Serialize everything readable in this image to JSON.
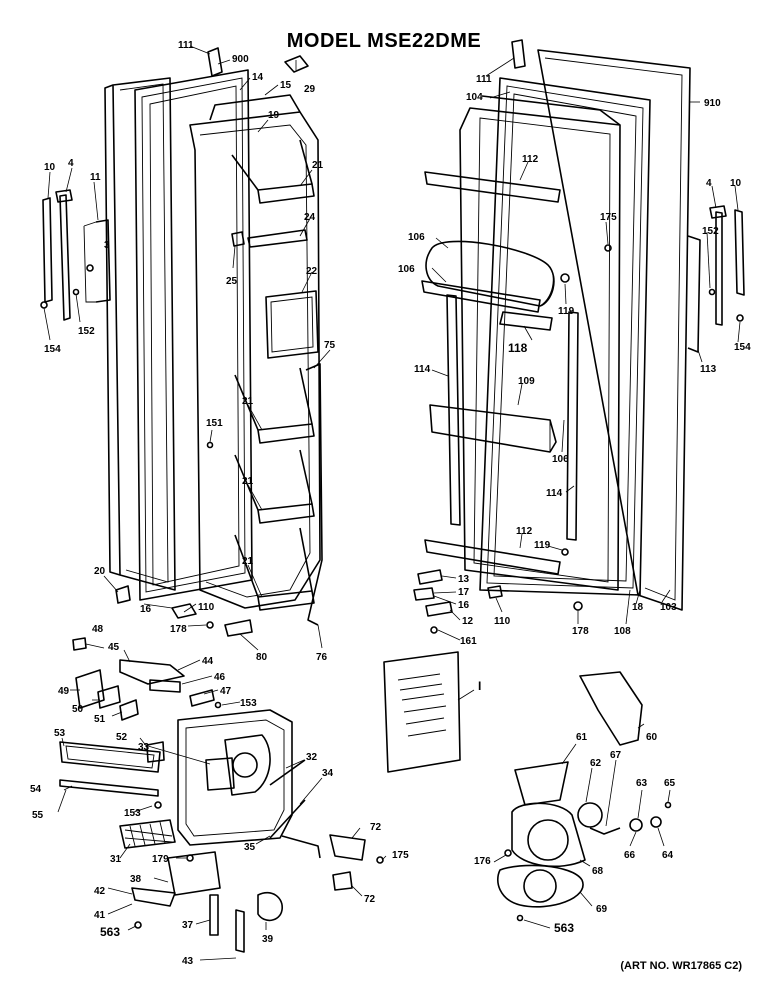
{
  "title": "MODEL MSE22DME",
  "art_number": "(ART NO. WR17865 C2)",
  "callouts": [
    {
      "id": "c111a",
      "text": "111"
    },
    {
      "id": "c900",
      "text": "900"
    },
    {
      "id": "c14",
      "text": "14"
    },
    {
      "id": "c29",
      "text": "29"
    },
    {
      "id": "c15",
      "text": "15"
    },
    {
      "id": "c19",
      "text": "19"
    },
    {
      "id": "c10a",
      "text": "10"
    },
    {
      "id": "c4a",
      "text": "4"
    },
    {
      "id": "c11",
      "text": "11"
    },
    {
      "id": "c3",
      "text": "3"
    },
    {
      "id": "c152a",
      "text": "152"
    },
    {
      "id": "c154a",
      "text": "154"
    },
    {
      "id": "c21a",
      "text": "21"
    },
    {
      "id": "c24",
      "text": "24"
    },
    {
      "id": "c25",
      "text": "25"
    },
    {
      "id": "c22",
      "text": "22"
    },
    {
      "id": "c75",
      "text": "75"
    },
    {
      "id": "c151",
      "text": "151"
    },
    {
      "id": "c21b",
      "text": "21"
    },
    {
      "id": "c21c",
      "text": "21"
    },
    {
      "id": "c21d",
      "text": "21"
    },
    {
      "id": "c20",
      "text": "20"
    },
    {
      "id": "c16a",
      "text": "16"
    },
    {
      "id": "c110a",
      "text": "110"
    },
    {
      "id": "c178a",
      "text": "178"
    },
    {
      "id": "c80",
      "text": "80"
    },
    {
      "id": "c76",
      "text": "76"
    },
    {
      "id": "c111b",
      "text": "111"
    },
    {
      "id": "c104",
      "text": "104"
    },
    {
      "id": "c910",
      "text": "910"
    },
    {
      "id": "c112a",
      "text": "112"
    },
    {
      "id": "c175a",
      "text": "175"
    },
    {
      "id": "c106a",
      "text": "106"
    },
    {
      "id": "c106b",
      "text": "106"
    },
    {
      "id": "c119a",
      "text": "119"
    },
    {
      "id": "c118",
      "text": "118"
    },
    {
      "id": "c4b",
      "text": "4"
    },
    {
      "id": "c10b",
      "text": "10"
    },
    {
      "id": "c152b",
      "text": "152"
    },
    {
      "id": "c154b",
      "text": "154"
    },
    {
      "id": "c113",
      "text": "113"
    },
    {
      "id": "c114a",
      "text": "114"
    },
    {
      "id": "c109",
      "text": "109"
    },
    {
      "id": "c106c",
      "text": "106"
    },
    {
      "id": "c114b",
      "text": "114"
    },
    {
      "id": "c112b",
      "text": "112"
    },
    {
      "id": "c119b",
      "text": "119"
    },
    {
      "id": "c13",
      "text": "13"
    },
    {
      "id": "c17",
      "text": "17"
    },
    {
      "id": "c16b",
      "text": "16"
    },
    {
      "id": "c110b",
      "text": "110"
    },
    {
      "id": "c12",
      "text": "12"
    },
    {
      "id": "c161",
      "text": "161"
    },
    {
      "id": "c178b",
      "text": "178"
    },
    {
      "id": "c108",
      "text": "108"
    },
    {
      "id": "c18",
      "text": "18"
    },
    {
      "id": "c103",
      "text": "103"
    },
    {
      "id": "c48",
      "text": "48"
    },
    {
      "id": "c45",
      "text": "45"
    },
    {
      "id": "c44",
      "text": "44"
    },
    {
      "id": "c46",
      "text": "46"
    },
    {
      "id": "c49",
      "text": "49"
    },
    {
      "id": "c50",
      "text": "50"
    },
    {
      "id": "c47",
      "text": "47"
    },
    {
      "id": "c51",
      "text": "51"
    },
    {
      "id": "c153a",
      "text": "153"
    },
    {
      "id": "c52",
      "text": "52"
    },
    {
      "id": "c53",
      "text": "53"
    },
    {
      "id": "c33",
      "text": "33"
    },
    {
      "id": "c32",
      "text": "32"
    },
    {
      "id": "c54",
      "text": "54"
    },
    {
      "id": "c55",
      "text": "55"
    },
    {
      "id": "c153b",
      "text": "153"
    },
    {
      "id": "c34",
      "text": "34"
    },
    {
      "id": "c31",
      "text": "31"
    },
    {
      "id": "c35",
      "text": "35"
    },
    {
      "id": "c179",
      "text": "179"
    },
    {
      "id": "c72a",
      "text": "72"
    },
    {
      "id": "c175b",
      "text": "175"
    },
    {
      "id": "c38",
      "text": "38"
    },
    {
      "id": "c72b",
      "text": "72"
    },
    {
      "id": "c42",
      "text": "42"
    },
    {
      "id": "c41",
      "text": "41"
    },
    {
      "id": "c563a",
      "text": "563"
    },
    {
      "id": "c37",
      "text": "37"
    },
    {
      "id": "c39",
      "text": "39"
    },
    {
      "id": "c43",
      "text": "43"
    },
    {
      "id": "cI",
      "text": "I"
    },
    {
      "id": "c60",
      "text": "60"
    },
    {
      "id": "c61",
      "text": "61"
    },
    {
      "id": "c62",
      "text": "62"
    },
    {
      "id": "c67",
      "text": "67"
    },
    {
      "id": "c63",
      "text": "63"
    },
    {
      "id": "c65",
      "text": "65"
    },
    {
      "id": "c66",
      "text": "66"
    },
    {
      "id": "c64",
      "text": "64"
    },
    {
      "id": "c176",
      "text": "176"
    },
    {
      "id": "c68",
      "text": "68"
    },
    {
      "id": "c69",
      "text": "69"
    },
    {
      "id": "c563b",
      "text": "563"
    }
  ]
}
